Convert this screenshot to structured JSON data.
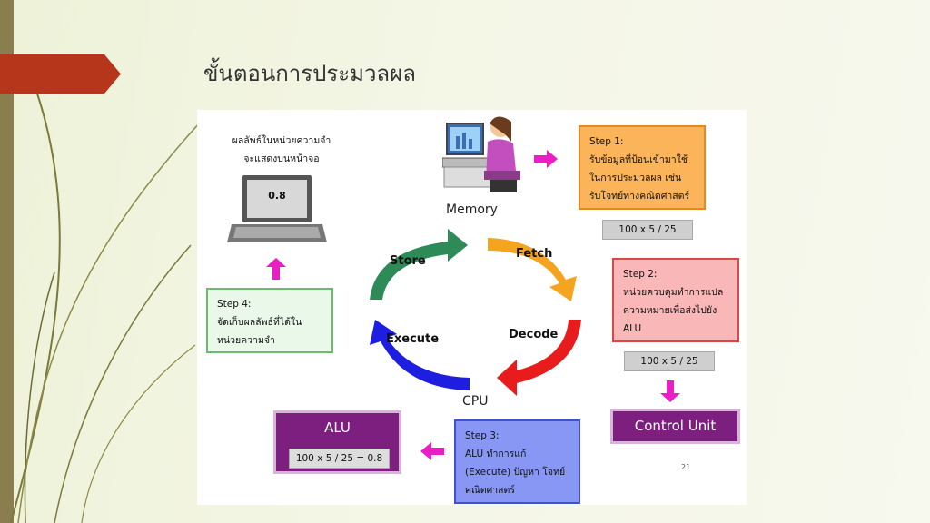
{
  "slide": {
    "title": "ขั้นตอนการประมวลผล",
    "page_number": "21"
  },
  "diagram": {
    "result_text": [
      "ผลลัพธ์ในหน่วยความจำ",
      "จะแสดงบนหน้าจอ"
    ],
    "screen_value": "0.8",
    "memory_label": "Memory",
    "cpu_label": "CPU",
    "cycle": {
      "fetch": "Fetch",
      "decode": "Decode",
      "execute": "Execute",
      "store": "Store"
    },
    "step1": [
      "Step 1:",
      "รับข้อมูลที่ป้อนเข้ามาใช้",
      "ในการประมวลผล เช่น",
      "รับโจทย์ทางคณิตศาสตร์"
    ],
    "step1_calc": "100 x 5 / 25",
    "step2": [
      "Step 2:",
      "หน่วยควบคุมทำการแปล",
      "ความหมายเพื่อส่งไปยัง",
      "ALU"
    ],
    "step2_calc": "100 x 5 / 25",
    "step3": [
      "Step 3:",
      "ALU ทำการแก้",
      "(Execute) ปัญหา โจทย์",
      "คณิตศาสตร์"
    ],
    "step4": [
      "Step 4:",
      "จัดเก็บผลลัพธ์ที่ได้ใน",
      "หน่วยความจำ"
    ],
    "control_unit": "Control Unit",
    "alu_label": "ALU",
    "alu_calc": "100 x 5 / 25 = 0.8"
  },
  "colors": {
    "tab": "#b5361b",
    "fetch": "#f5a41f",
    "decode": "#e81c1c",
    "execute": "#1e1ee0",
    "store": "#2e8b57",
    "pointer": "#e91ec4",
    "purple_box": "#7c1f7f"
  },
  "icons": [
    "person-at-computer-icon",
    "laptop-icon"
  ]
}
